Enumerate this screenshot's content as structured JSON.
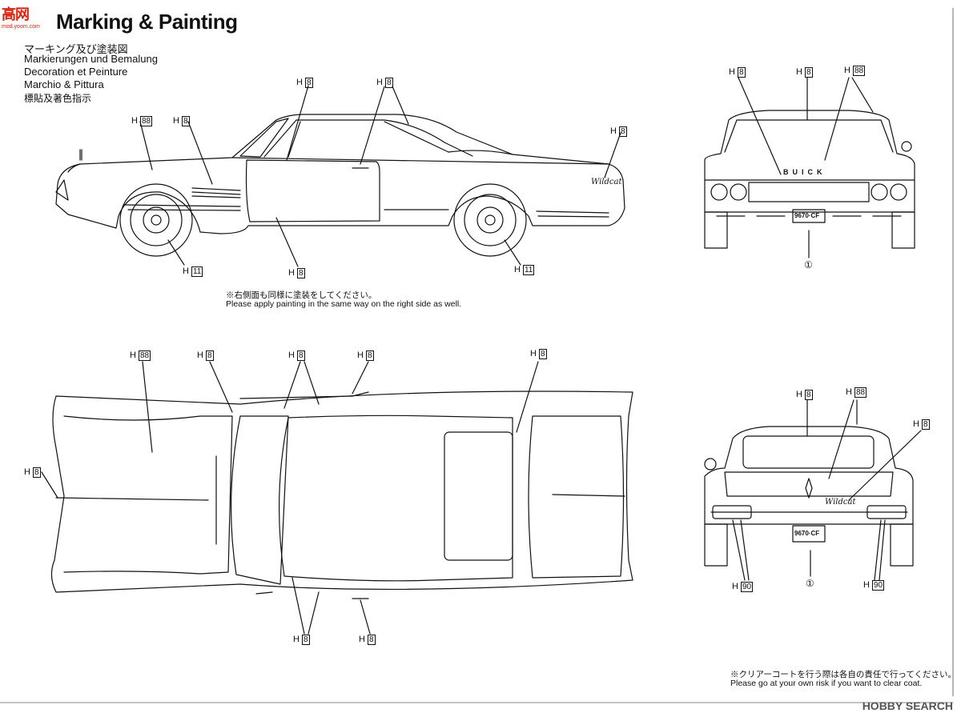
{
  "watermark": {
    "brand_text": "高",
    "brand_text2": "网",
    "sub_text": "mod.yoom.com"
  },
  "header": {
    "title": "Marking & Painting",
    "lines": [
      "マーキング及び塗装図",
      "Markierungen und Bemalung",
      "Decoration et Peinture",
      "Marchio & Pittura",
      "標貼及著色指示"
    ]
  },
  "notes": {
    "side_jp": "※右側面も同様に塗装をしてください。",
    "side_en": "Please apply painting in the same way on the right side as well.",
    "clear_jp": "※クリアーコートを行う際は各自の責任で行ってください。",
    "clear_en": "Please go at your own risk if you want to clear coat."
  },
  "side_view": {
    "emblem": "Wildcat",
    "callouts": [
      {
        "prefix": "H",
        "code": "8"
      },
      {
        "prefix": "H",
        "code": "8"
      },
      {
        "prefix": "H",
        "code": "88"
      },
      {
        "prefix": "H",
        "code": "8"
      },
      {
        "prefix": "H",
        "code": "8"
      },
      {
        "prefix": "H",
        "code": "11"
      },
      {
        "prefix": "H",
        "code": "8"
      },
      {
        "prefix": "H",
        "code": "11"
      }
    ]
  },
  "front_view": {
    "badge": "BUICK",
    "plate": "9670·CF",
    "callouts": [
      {
        "prefix": "H",
        "code": "8"
      },
      {
        "prefix": "H",
        "code": "8"
      },
      {
        "prefix": "H",
        "code": "88"
      }
    ],
    "part_number": "①"
  },
  "top_view": {
    "callouts": [
      {
        "prefix": "H",
        "code": "88"
      },
      {
        "prefix": "H",
        "code": "8"
      },
      {
        "prefix": "H",
        "code": "8"
      },
      {
        "prefix": "H",
        "code": "8"
      },
      {
        "prefix": "H",
        "code": "8"
      },
      {
        "prefix": "H",
        "code": "8"
      },
      {
        "prefix": "H",
        "code": "8"
      },
      {
        "prefix": "H",
        "code": "8"
      }
    ]
  },
  "rear_view": {
    "emblem": "Wildcat",
    "plate": "9670·CF",
    "callouts": [
      {
        "prefix": "H",
        "code": "8"
      },
      {
        "prefix": "H",
        "code": "88"
      },
      {
        "prefix": "H",
        "code": "8"
      },
      {
        "prefix": "H",
        "code": "90"
      },
      {
        "prefix": "H",
        "code": "90"
      }
    ],
    "part_number": "①"
  },
  "footer": {
    "brand": "HOBBY SEARCH"
  }
}
